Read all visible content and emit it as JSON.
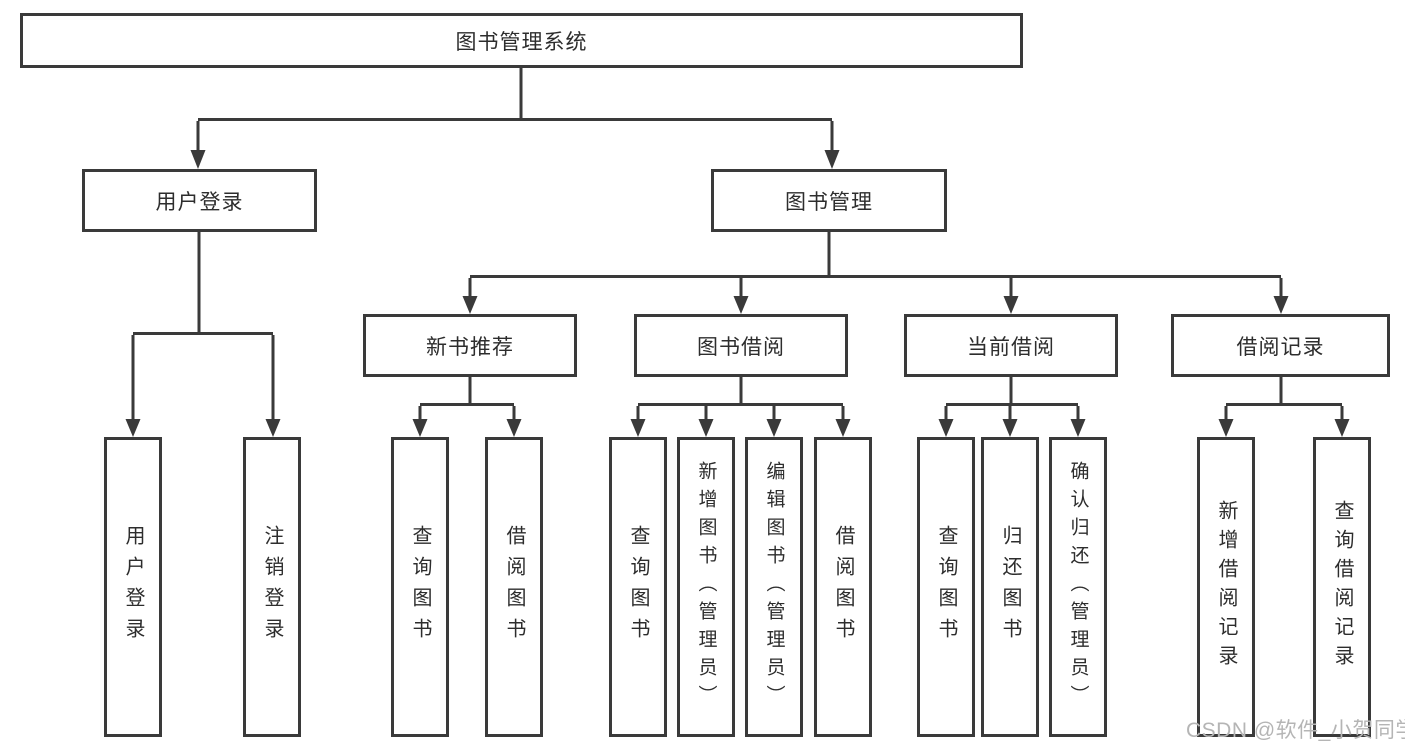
{
  "diagram": {
    "type": "tree",
    "tree": {
      "label": "图书管理系统",
      "children": [
        {
          "label": "用户登录",
          "children": [
            {
              "label": "用户登录"
            },
            {
              "label": "注销登录"
            }
          ]
        },
        {
          "label": "图书管理",
          "children": [
            {
              "label": "新书推荐",
              "children": [
                {
                  "label": "查询图书"
                },
                {
                  "label": "借阅图书"
                }
              ]
            },
            {
              "label": "图书借阅",
              "children": [
                {
                  "label": "查询图书"
                },
                {
                  "label": "新增图书（管理员）"
                },
                {
                  "label": "编辑图书（管理员）"
                },
                {
                  "label": "借阅图书"
                }
              ]
            },
            {
              "label": "当前借阅",
              "children": [
                {
                  "label": "查询图书"
                },
                {
                  "label": "归还图书"
                },
                {
                  "label": "确认归还（管理员）"
                }
              ]
            },
            {
              "label": "借阅记录",
              "children": [
                {
                  "label": "新增借阅记录"
                },
                {
                  "label": "查询借阅记录"
                }
              ]
            }
          ]
        }
      ]
    }
  },
  "watermark": {
    "text": "CSDN @软件_小贺同学"
  },
  "colors": {
    "line": "#3a3a3a",
    "text": "#2d2d2d",
    "box_background": "#ffffff",
    "watermark": "#b5b5b5"
  }
}
